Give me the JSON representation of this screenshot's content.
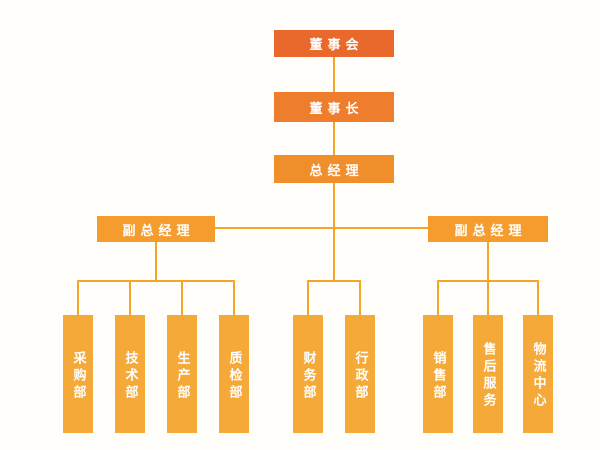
{
  "colors": {
    "c-bg": "#FFFEFA",
    "c-level1": "#E9692C",
    "c-level2": "#EF7D2E",
    "c-level3": "#F18E2C",
    "c-level4": "#F49D2E",
    "c-level5": "#F5A938",
    "c-line": "#F5A428",
    "c-text": "#FFFFFF"
  },
  "org_chart": {
    "type": "org-tree",
    "nodes": {
      "board": "董事会",
      "chairman": "董事长",
      "general_manager": "总经理",
      "deputy_gm_left": "副总经理",
      "deputy_gm_right": "副总经理"
    },
    "departments": {
      "left": [
        "采购部",
        "技术部",
        "生产部",
        "质检部"
      ],
      "middle": [
        "财务部",
        "行政部"
      ],
      "right": [
        "销售部",
        "售后服务",
        "物流中心"
      ]
    },
    "structure": [
      {
        "parent": "董事会",
        "children": [
          "董事长"
        ]
      },
      {
        "parent": "董事长",
        "children": [
          "总经理"
        ]
      },
      {
        "parent": "总经理",
        "children": [
          "副总经理(左)",
          "财务部",
          "行政部",
          "副总经理(右)"
        ]
      },
      {
        "parent": "副总经理(左)",
        "children": [
          "采购部",
          "技术部",
          "生产部",
          "质检部"
        ]
      },
      {
        "parent": "副总经理(右)",
        "children": [
          "销售部",
          "售后服务",
          "物流中心"
        ]
      }
    ]
  }
}
